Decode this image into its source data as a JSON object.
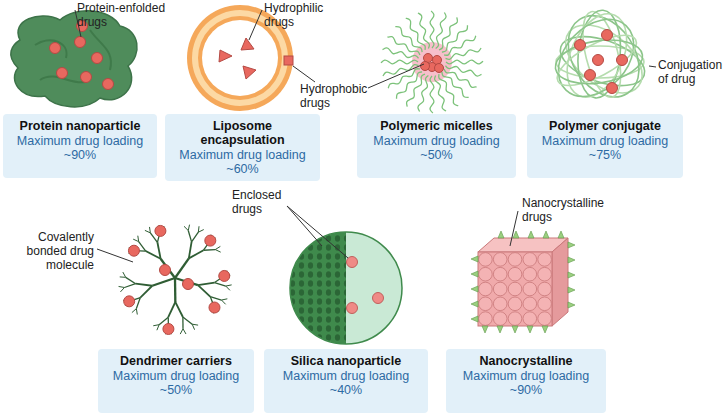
{
  "diagram": {
    "nodes": [
      {
        "text": [
          "Protein nanoparticle",
          "Maximum drug loading ~90%"
        ]
      },
      {
        "text": [
          "Liposome encapsulation",
          "Maximum drug loading ~60%"
        ]
      },
      {
        "text": [
          "Polymeric micelles",
          "Maximum drug loading ~50%"
        ]
      },
      {
        "text": [
          "Polymer conjugate",
          "Maximum drug loading ~75%"
        ]
      },
      {
        "text": [
          "Dendrimer carriers",
          "Maximum drug loading ~50%"
        ]
      },
      {
        "text": [
          "Silica nanoparticle",
          "Maximum drug loading ~40%"
        ]
      },
      {
        "text": [
          "Nanocrystalline",
          "Maximum drug loading ~90%"
        ]
      }
    ],
    "labels": [
      "Protein-enfolded drugs",
      "Hydrophilic drugs",
      "Hydrophobic drugs",
      "Conjugation of drug",
      "Covalently bonded drug molecule",
      "Enclosed drugs",
      "Nanocrystalline drugs"
    ]
  }
}
